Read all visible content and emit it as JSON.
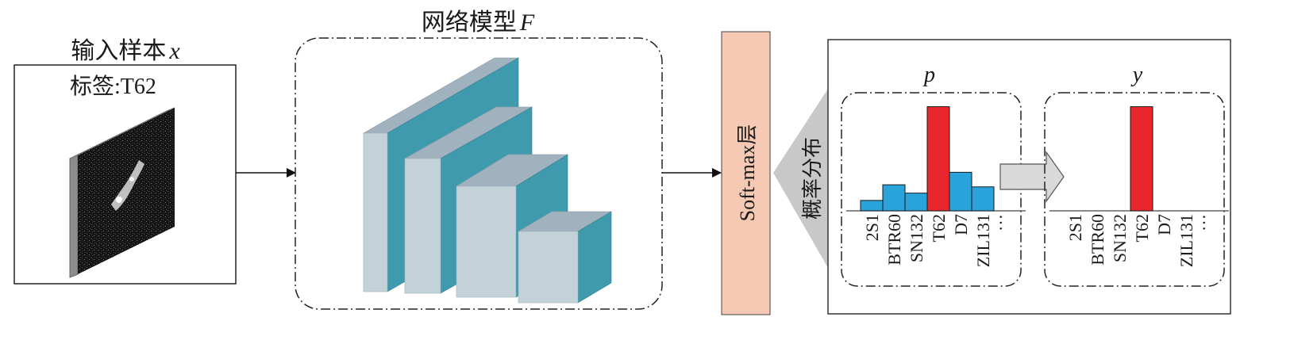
{
  "input": {
    "title": "输入样本",
    "title_var": "x",
    "label": "标签:T62"
  },
  "model": {
    "title": "网络模型",
    "title_var": "F"
  },
  "softmax": {
    "label": "Soft-max层"
  },
  "distribution": {
    "label": "概率分布"
  },
  "colors": {
    "bar_blue": "#29a3d9",
    "bar_red": "#e8262b",
    "softmax_fill": "#f5c9b3",
    "block_front": "#c3d2d9",
    "block_top": "#a0b2bd",
    "block_side": "#3f9aae",
    "arrow_fill": "#d9d9d9"
  },
  "chart_data": [
    {
      "type": "bar",
      "title": "p",
      "categories": [
        "2S1",
        "BTR60",
        "SN132",
        "T62",
        "D7",
        "ZIL131"
      ],
      "ellipsis": "…",
      "values": [
        0.1,
        0.25,
        0.17,
        1.0,
        0.37,
        0.23
      ],
      "highlight": "T62",
      "ylim": [
        0,
        1.05
      ]
    },
    {
      "type": "bar",
      "title": "y",
      "categories": [
        "2S1",
        "BTR60",
        "SN132",
        "T62",
        "D7",
        "ZIL131"
      ],
      "ellipsis": "…",
      "values": [
        0,
        0,
        0,
        1.0,
        0,
        0
      ],
      "highlight": "T62",
      "ylim": [
        0,
        1.05
      ]
    }
  ]
}
